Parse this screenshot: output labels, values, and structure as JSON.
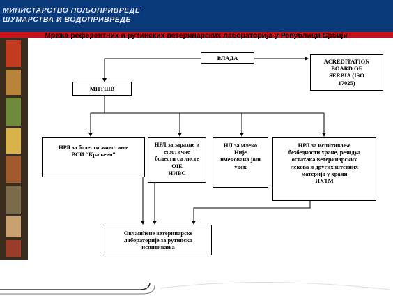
{
  "header": {
    "line1": "МИНИСТАРСТВО ПОЉОПРИВРЕДЕ",
    "line2": "ШУМАРСТВА И ВОДОПРИВРЕДЕ"
  },
  "slide": {
    "title": "Мрежа референтних и рутинских ветеринарских лабораторија  у Републици Србији"
  },
  "nodes": {
    "vlada": "ВЛАДА",
    "accreditation": "ACREDITATION\nBOARD OF\nSERBIA (ISO\n17025)",
    "ministry": "МПТШВ",
    "nrl_animals": "НРЛ за болести животиње\nВСИ “Краљево”",
    "nrl_infectious": "НРЛ за заразне и\nегзотичне\nболести са листе\nOIE\nНИВС",
    "nl_milk": "НЛ за млеко\nНије\nименована још\nувек",
    "nrl_food": "НРЛ за испитивање\nбезбедности хране, резидуа\nостатака ветеринарских\nлекова и других штетних\nматерија у храни\nИХТМ",
    "authorized": "Овлашћене ветеринарске\nлабораторије за рутинска\nиспитивања"
  },
  "colors": {
    "header_bg": "#0b3a7a",
    "header_stripe": "#c8121a"
  }
}
